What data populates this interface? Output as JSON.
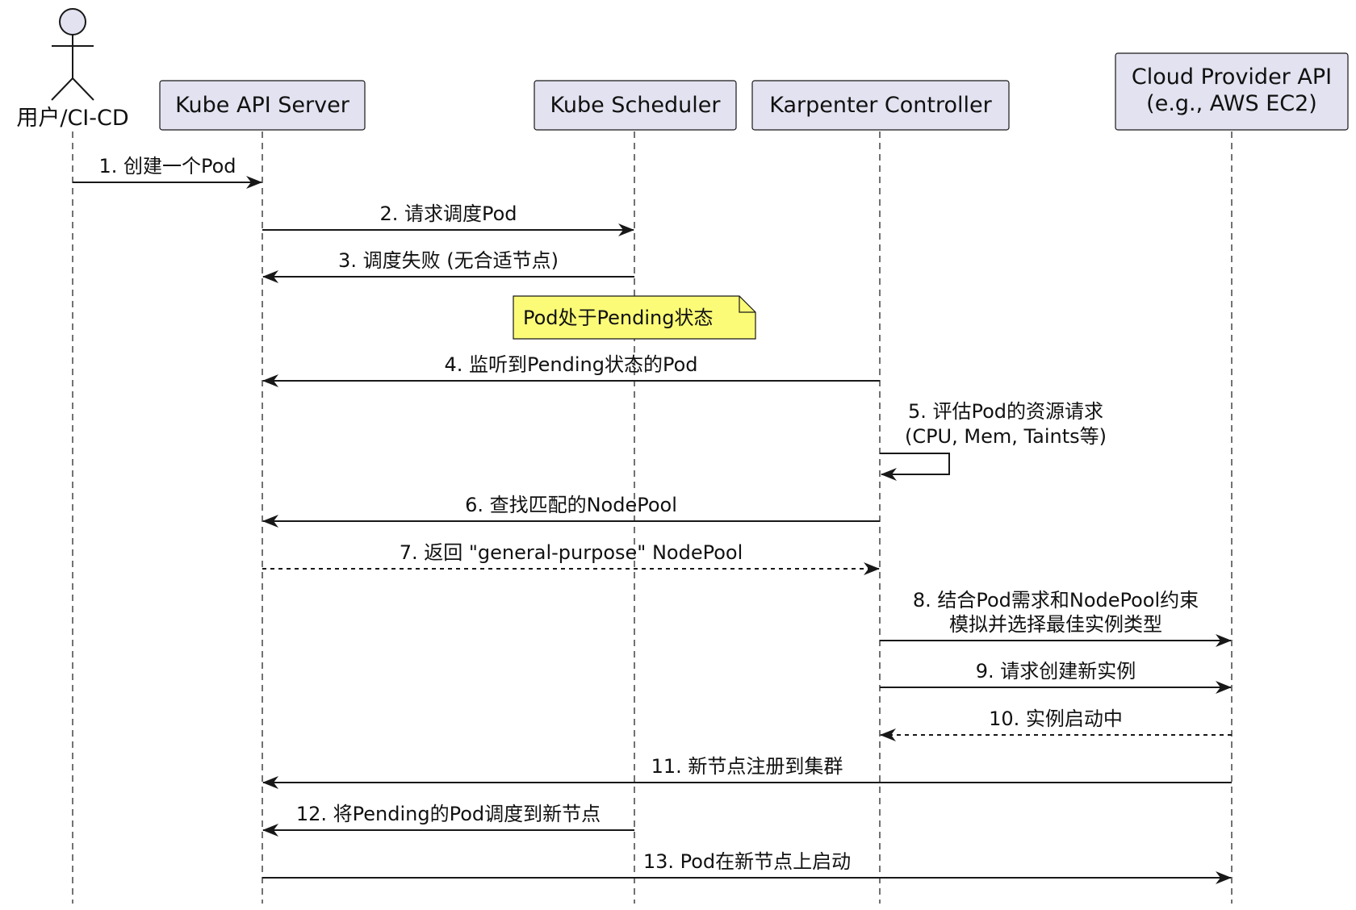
{
  "participants": [
    {
      "id": "user",
      "label": "用户/CI-CD",
      "kind": "actor"
    },
    {
      "id": "api",
      "label": "Kube API Server",
      "kind": "box"
    },
    {
      "id": "sched",
      "label": "Kube Scheduler",
      "kind": "box"
    },
    {
      "id": "karp",
      "label": "Karpenter Controller",
      "kind": "box"
    },
    {
      "id": "cloud",
      "label": "Cloud Provider API\n(e.g., AWS EC2)",
      "kind": "box"
    }
  ],
  "messages": [
    {
      "from": "user",
      "to": "api",
      "text": "1. 创建一个Pod",
      "style": "solid"
    },
    {
      "from": "api",
      "to": "sched",
      "text": "2. 请求调度Pod",
      "style": "solid"
    },
    {
      "from": "sched",
      "to": "api",
      "text": "3. 调度失败 (无合适节点)",
      "style": "solid"
    },
    {
      "from": "karp",
      "to": "api",
      "text": "4. 监听到Pending状态的Pod",
      "style": "solid"
    },
    {
      "from": "karp",
      "to": "karp",
      "text": "5. 评估Pod的资源请求\n(CPU, Mem, Taints等)",
      "style": "solid"
    },
    {
      "from": "karp",
      "to": "api",
      "text": "6. 查找匹配的NodePool",
      "style": "solid"
    },
    {
      "from": "api",
      "to": "karp",
      "text": "7. 返回 \"general-purpose\" NodePool",
      "style": "dashed"
    },
    {
      "from": "karp",
      "to": "cloud",
      "text": "8. 结合Pod需求和NodePool约束\n模拟并选择最佳实例类型",
      "style": "solid"
    },
    {
      "from": "karp",
      "to": "cloud",
      "text": "9. 请求创建新实例",
      "style": "solid"
    },
    {
      "from": "cloud",
      "to": "karp",
      "text": "10. 实例启动中",
      "style": "dashed"
    },
    {
      "from": "cloud",
      "to": "api",
      "text": "11. 新节点注册到集群",
      "style": "solid"
    },
    {
      "from": "sched",
      "to": "api",
      "text": "12. 将Pending的Pod调度到新节点",
      "style": "solid"
    },
    {
      "from": "api",
      "to": "cloud",
      "text": "13. Pod在新节点上启动",
      "style": "solid"
    }
  ],
  "note": {
    "text": "Pod处于Pending状态",
    "over": "sched",
    "color": "#fbfb77"
  },
  "colors": {
    "participant_fill": "#e2e2f0",
    "line": "#181818",
    "note_fill": "#fbfb77"
  }
}
